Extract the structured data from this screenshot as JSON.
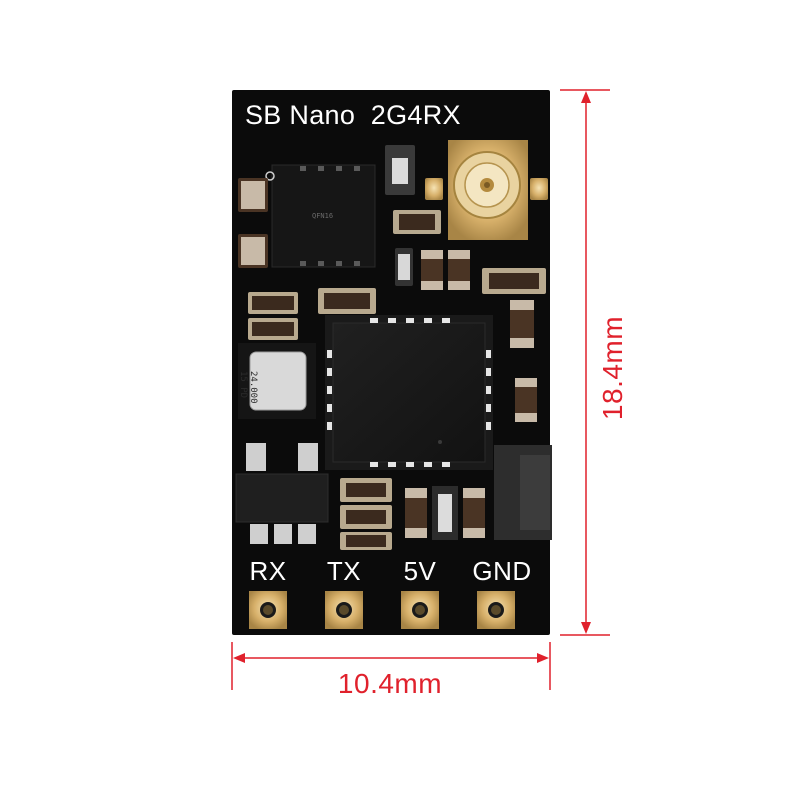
{
  "board": {
    "title": "SB Nano  2G4RX",
    "crystal_marking": "24.000\n15 PD",
    "ic_marking": "QFN16"
  },
  "pins": [
    "RX",
    "TX",
    "5V",
    "GND"
  ],
  "dimensions": {
    "width": "10.4mm",
    "height": "18.4mm"
  },
  "colors": {
    "board": "#0b0b0b",
    "pad_gold": "#d9b56d",
    "dimension": "#e0212c"
  }
}
